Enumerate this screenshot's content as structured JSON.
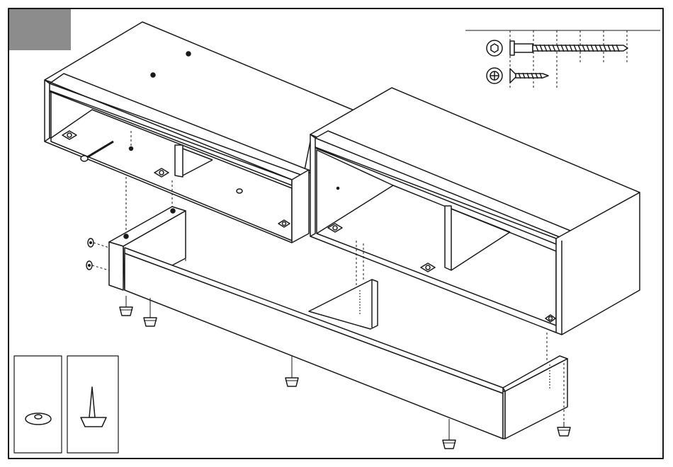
{
  "page": {
    "step_box_color": "#8c8c8c",
    "line_color": "#1a1a1a",
    "panel_fill": "#ffffff"
  },
  "fasteners": {
    "long_screw": {
      "head": "hex-socket-icon",
      "type": "confirmat-screw"
    },
    "short_screw": {
      "head": "phillips-icon",
      "type": "wood-screw"
    }
  },
  "insets": [
    {
      "item": "felt-pad-icon"
    },
    {
      "item": "nail-glide-icon"
    }
  ],
  "parts": {
    "left_cabinet": "open-cabinet",
    "right_cabinet": "open-cabinet",
    "plinth_base": "u-shaped-plinth"
  }
}
